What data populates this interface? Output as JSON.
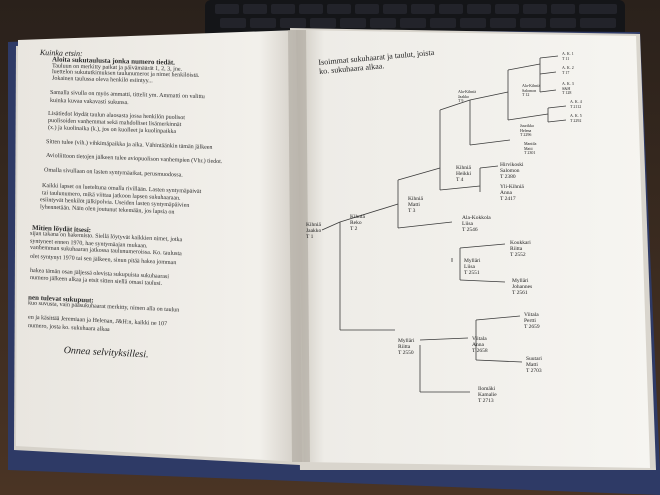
{
  "left_page": {
    "title": "Kuinka etsin:",
    "block1_head": "Aloita sukutaulusta jonka numero tiedät.",
    "block1_lines": [
      "Tauluun on merkitty paikat ja päivämäärät 1, 2, 3, jne.",
      "luettelon sukututkimuksen taulunumerot ja nimet henkilöistä.",
      "Jokainen taulussa oleva henkilö esiintyy..."
    ],
    "block2_lines": [
      "Samalla sivulla on myös ammatti, tittelit ym. Ammatti on valittu",
      "kuinka kuvaa vakavasti sukunsa."
    ],
    "block3_lines": [
      "Lisätiedot löydät taulun alaosasta jossa henkilön puolisot",
      "puolisoiden vanhemmat sekä mahdolliset lisämerkinnät",
      "(x.) ja kuolinaika (k.), jos on kuolleet ja kuolinpaikka"
    ],
    "block4_lines": [
      "Sitten tulee (vih.) vihkimäpaikka ja aika. Vähintäänkin tämän jälkeen"
    ],
    "block5_lines": [
      "Avioliittoon tietojen jälkeen tulee aviopuolison vanhempien (Vhr.) tiedot."
    ],
    "block6_lines": [
      "Omalla sivullaan on lasten syntymäaikat, perusmuodossa."
    ],
    "block7_lines": [
      "Kaikki lapset on lueteltuna omalla rivillään. Lasten syntymäpäivät",
      "tai taulunumero, mikä viittaa jatkoon lapsen sukuhaaraan.",
      "esiintyvät henkilöt jälkipolvia. Useiden lasten syntymäpäivien",
      "lyhennetään. Näin olen joutunut tekemään, jos lapsia on"
    ],
    "section_head": "Mitien löydät itsesi:",
    "section_lines": [
      "sijan takana on hakemisto. Siellä löytyvät kaikkien nimet, jotka",
      "syntyneet ennen 1970, hae syntymäajan mukaan.",
      "vanhemman sukuhaaran jatkossa taulunumeroissa. Ko. taulusta",
      "olet syntynyt 1970 tai sen jälkeen, sinun pitää hakea jomman",
      "hakea tämän osan jäljessä olevista sukupuista sukuhaarasi",
      "numero jälkeen alkaa ja etsit sitten siellä omasi taulusi."
    ],
    "section2_head": "nen tulevat sukupuut:",
    "section2_lines": [
      "kuo suvusta, vain pääsukuhaarat merkitty, nimen alla on taulun",
      "en ja käsittää Jeremiaan ja Helenan, J&H:n, kaikki ne 107",
      "numero, josta ko. sukuhaara alkaa"
    ],
    "closing": "Onnea selvityksillesi."
  },
  "right_page": {
    "title_line1": "Isoimmat sukuhaarat ja taulut, joista",
    "title_line2": "ko. sukuhaara alkaa.",
    "nodes": [
      {
        "name": "Kihniä",
        "sub": "Jaakko",
        "num": "T 1"
      },
      {
        "name": "Kihniä",
        "sub": "Reko",
        "num": "T 2"
      },
      {
        "name": "Kihniä",
        "sub": "Matti",
        "num": "T 3"
      },
      {
        "name": "Kihniä",
        "sub": "Heikki",
        "num": "T 4"
      },
      {
        "name": "Ala-Kihniä",
        "sub": "Jaakko",
        "num": "T 9"
      },
      {
        "name": "Ala-Kihniä",
        "sub": "Salomon",
        "num": "T 12"
      },
      {
        "name": "A. K. 1",
        "sub": "",
        "num": "T 11"
      },
      {
        "name": "A. K. 2",
        "sub": "",
        "num": "T 17"
      },
      {
        "name": "A. K. 3",
        "sub": "S&H",
        "num": "T 128"
      },
      {
        "name": "A. K. 4",
        "sub": "",
        "num": "T 2112"
      },
      {
        "name": "A. K. 5",
        "sub": "",
        "num": "T 2292"
      },
      {
        "name": "Juurikka",
        "sub": "Helena",
        "num": "T 2296"
      },
      {
        "name": "Mantila",
        "sub": "Matti",
        "num": "T 2301"
      },
      {
        "name": "Hirvikoski",
        "sub": "Salomon",
        "num": "T 2380"
      },
      {
        "name": "Yli-Kihniä",
        "sub": "Anna",
        "num": "T 2417"
      },
      {
        "name": "Ala-Kokkola",
        "sub": "Liisa",
        "num": "T 2546"
      },
      {
        "name": "Koukkari",
        "sub": "Riitta",
        "num": "T 2552"
      },
      {
        "name": "Mylläri",
        "sub": "Liisa",
        "num": "T 2551"
      },
      {
        "name": "Mylläri",
        "sub": "Johannes",
        "num": "T 2561"
      },
      {
        "name": "Viitala",
        "sub": "Pertti",
        "num": "T 2659"
      },
      {
        "name": "Mylläri",
        "sub": "Riitta",
        "num": "T 2550"
      },
      {
        "name": "Viitala",
        "sub": "Anna",
        "num": "T 2658"
      },
      {
        "name": "Suutari",
        "sub": "Matti",
        "num": "T 2703"
      },
      {
        "name": "Ilomäki",
        "sub": "Kamalie",
        "num": "T 2713"
      }
    ]
  }
}
